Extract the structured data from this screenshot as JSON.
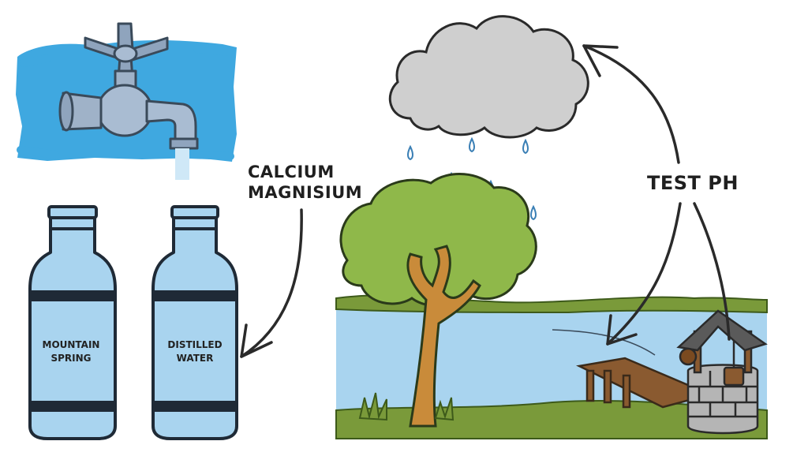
{
  "labels": {
    "minerals_line1": "CALCIUM",
    "minerals_line2": "MAGNISIUM",
    "test": "TEST PH"
  },
  "bottles": [
    {
      "line1": "MOUNTAIN",
      "line2": "SPRING"
    },
    {
      "line1": "DISTILLED",
      "line2": "WATER"
    }
  ],
  "colors": {
    "water": "#a9d4ef",
    "splash": "#3fa8e0",
    "cloud": "#cfcfcf",
    "foliage": "#8fb84a",
    "trunk": "#c98b3a",
    "grass": "#7a9a3a",
    "wood": "#8a5a30",
    "stone": "#b5b5b5",
    "roof": "#5a5a5a"
  },
  "icons": [
    "faucet-icon",
    "cloud-icon",
    "tree-icon",
    "well-icon",
    "dock-icon",
    "bottle-icon"
  ]
}
